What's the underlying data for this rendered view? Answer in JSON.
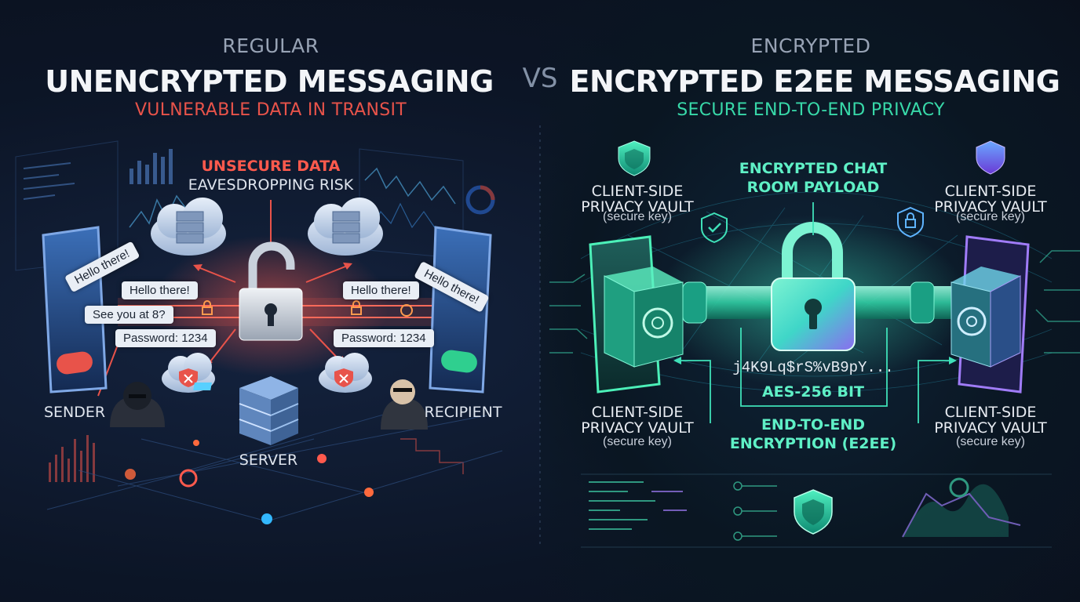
{
  "left": {
    "prefix": "REGULAR",
    "title": "UNENCRYPTED MESSAGING",
    "subtitle": "VULNERABLE DATA IN TRANSIT",
    "risk_title": "UNSECURE DATA",
    "risk_subtitle": "EAVESDROPPING RISK",
    "messages": {
      "hello": "Hello there!",
      "see_you": "See you at 8?",
      "password": "Password: 1234"
    },
    "sender_label": "SENDER",
    "recipient_label": "RECIPIENT",
    "server_label": "SERVER"
  },
  "vs_label": "VS",
  "right": {
    "prefix": "ENCRYPTED",
    "title": "ENCRYPTED E2EE MESSAGING",
    "subtitle": "SECURE END-TO-END PRIVACY",
    "payload_label_1": "ENCRYPTED CHAT",
    "payload_label_2": "ROOM PAYLOAD",
    "vault": {
      "line1": "CLIENT-SIDE",
      "line2": "PRIVACY VAULT",
      "line3": "(secure key)"
    },
    "ciphertext": "j4K9Lq$rS%vB9pY...",
    "cipher_strength": "AES-256 BIT",
    "e2ee_line1": "END-TO-END",
    "e2ee_line2": "ENCRYPTION (E2EE)"
  },
  "colors": {
    "danger": "#e8534a",
    "secure": "#38d9a9",
    "secure_alt": "#8b5cf6"
  }
}
